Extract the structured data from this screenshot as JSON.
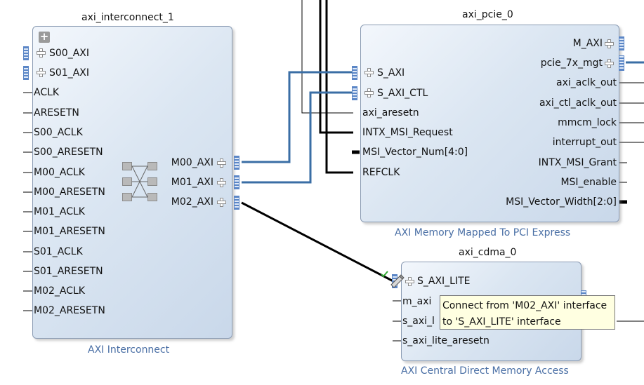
{
  "interconnect": {
    "instance": "axi_interconnect_1",
    "type": "AXI Interconnect",
    "expand": "+",
    "slave_ifaces": [
      "S00_AXI",
      "S01_AXI"
    ],
    "left_pins": [
      "ACLK",
      "ARESETN",
      "S00_ACLK",
      "S00_ARESETN",
      "M00_ACLK",
      "M00_ARESETN",
      "M01_ACLK",
      "M01_ARESETN",
      "S01_ACLK",
      "S01_ARESETN",
      "M02_ACLK",
      "M02_ARESETN"
    ],
    "master_ifaces": [
      "M00_AXI",
      "M01_AXI",
      "M02_AXI"
    ]
  },
  "pcie": {
    "instance": "axi_pcie_0",
    "type": "AXI Memory Mapped To PCI Express",
    "left_ifaces": [
      "S_AXI",
      "S_AXI_CTL"
    ],
    "left_pins": [
      "axi_aresetn",
      "INTX_MSI_Request",
      "MSI_Vector_Num[4:0]",
      "REFCLK"
    ],
    "right_ifaces": [
      "M_AXI",
      "pcie_7x_mgt"
    ],
    "right_pins": [
      "axi_aclk_out",
      "axi_ctl_aclk_out",
      "mmcm_lock",
      "interrupt_out",
      "INTX_MSI_Grant",
      "MSI_enable",
      "MSI_Vector_Width[2:0]"
    ]
  },
  "cdma": {
    "instance": "axi_cdma_0",
    "type": "AXI Central Direct Memory Access",
    "left_iface": "S_AXI_LITE",
    "left_pins": [
      "m_axi",
      "s_axi_l",
      "s_axi_lite_aresetn"
    ]
  },
  "tooltip": {
    "line1": "Connect from 'M02_AXI' interface",
    "line2": "to 'S_AXI_LITE' interface"
  },
  "colors": {
    "bus": "#3a6ea5",
    "wire": "#000000",
    "type_label": "#4a6fa5",
    "tooltip_bg": "#ffffe1"
  },
  "icons": [
    "expand-icon",
    "crossbar-icon",
    "plus-icon",
    "pencil-icon",
    "checkmark-icon"
  ]
}
